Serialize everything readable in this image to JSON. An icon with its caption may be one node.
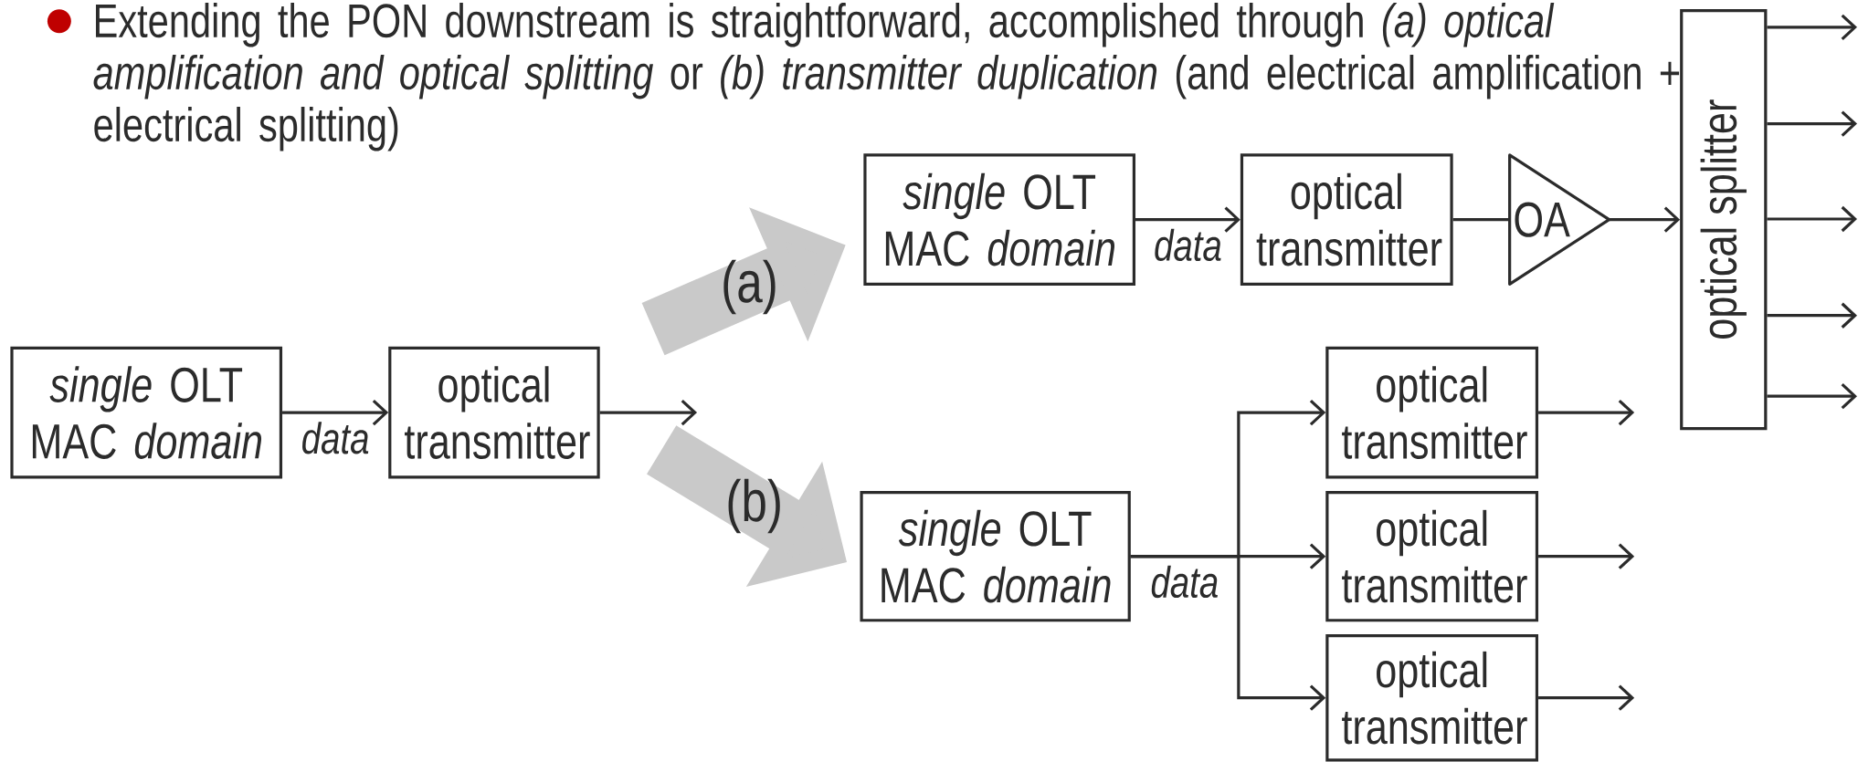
{
  "diagram": {
    "nodes": [
      {
        "text": [
          "*single* OLT MAC *domain*"
        ]
      },
      {
        "text": [
          "optical transmitter"
        ]
      },
      {
        "text": [
          "*single* OLT MAC *domain*"
        ]
      },
      {
        "text": [
          "optical transmitter"
        ]
      },
      {
        "text": [
          "OA"
        ]
      },
      {
        "text": [
          "optical splitter"
        ]
      },
      {
        "text": [
          "*single* OLT MAC *domain*"
        ]
      },
      {
        "text": [
          "optical transmitter"
        ]
      },
      {
        "text": [
          "optical transmitter"
        ]
      },
      {
        "text": [
          "optical transmitter"
        ]
      }
    ],
    "edges": [
      {
        "from": 0,
        "to": 1,
        "arrow": "to",
        "label": "data"
      },
      {
        "from": 1,
        "to": null,
        "arrow": "to"
      },
      {
        "from": 2,
        "to": 3,
        "arrow": "to",
        "label": "data"
      },
      {
        "from": 3,
        "to": 4,
        "arrow": "none"
      },
      {
        "from": 4,
        "to": 5,
        "arrow": "to"
      },
      {
        "from": 5,
        "to": null,
        "arrow": "to"
      },
      {
        "from": 5,
        "to": null,
        "arrow": "to"
      },
      {
        "from": 5,
        "to": null,
        "arrow": "to"
      },
      {
        "from": 5,
        "to": null,
        "arrow": "to"
      },
      {
        "from": 5,
        "to": null,
        "arrow": "to"
      },
      {
        "from": 6,
        "to": 7,
        "arrow": "to"
      },
      {
        "from": 6,
        "to": 8,
        "arrow": "to",
        "label": "data"
      },
      {
        "from": 6,
        "to": 9,
        "arrow": "to"
      },
      {
        "from": 7,
        "to": null,
        "arrow": "to"
      },
      {
        "from": 8,
        "to": null,
        "arrow": "to"
      },
      {
        "from": 9,
        "to": null,
        "arrow": "to"
      },
      {
        "from": 1,
        "to": 2,
        "arrow": "to",
        "style": "thick",
        "color": "#c9c9c9",
        "label": "(a)"
      },
      {
        "from": 1,
        "to": 6,
        "arrow": "to",
        "style": "thick",
        "color": "#c9c9c9",
        "label": "(b)"
      }
    ],
    "labels": [
      "Extending the PON downstream is straightforward, accomplished through *(a) optical amplification and optical splitting* or *(b) transmitter duplication* (and electrical amplification + electrical splitting)"
    ]
  }
}
